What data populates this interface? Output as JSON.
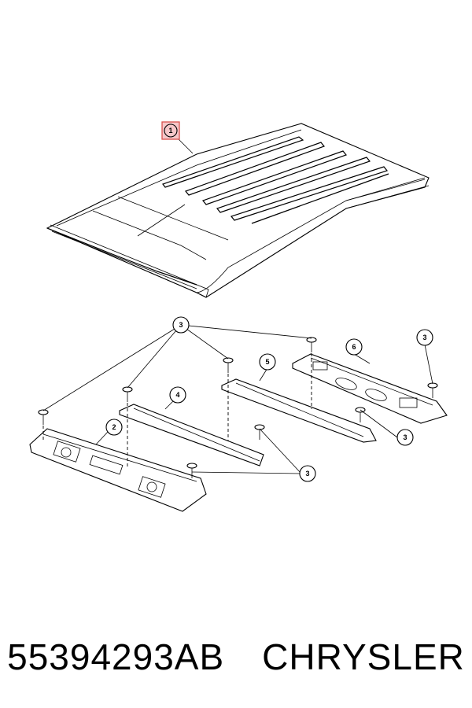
{
  "callouts": {
    "c1": "1",
    "c2": "2",
    "c3a": "3",
    "c3b": "3",
    "c3c": "3",
    "c3d": "3",
    "c4": "4",
    "c5": "5",
    "c6": "6"
  },
  "footer": {
    "part_number": "55394293AB",
    "brand": "CHRYSLER"
  },
  "colors": {
    "highlight_fill": "#f6c7c9",
    "highlight_stroke": "#d9534f"
  }
}
